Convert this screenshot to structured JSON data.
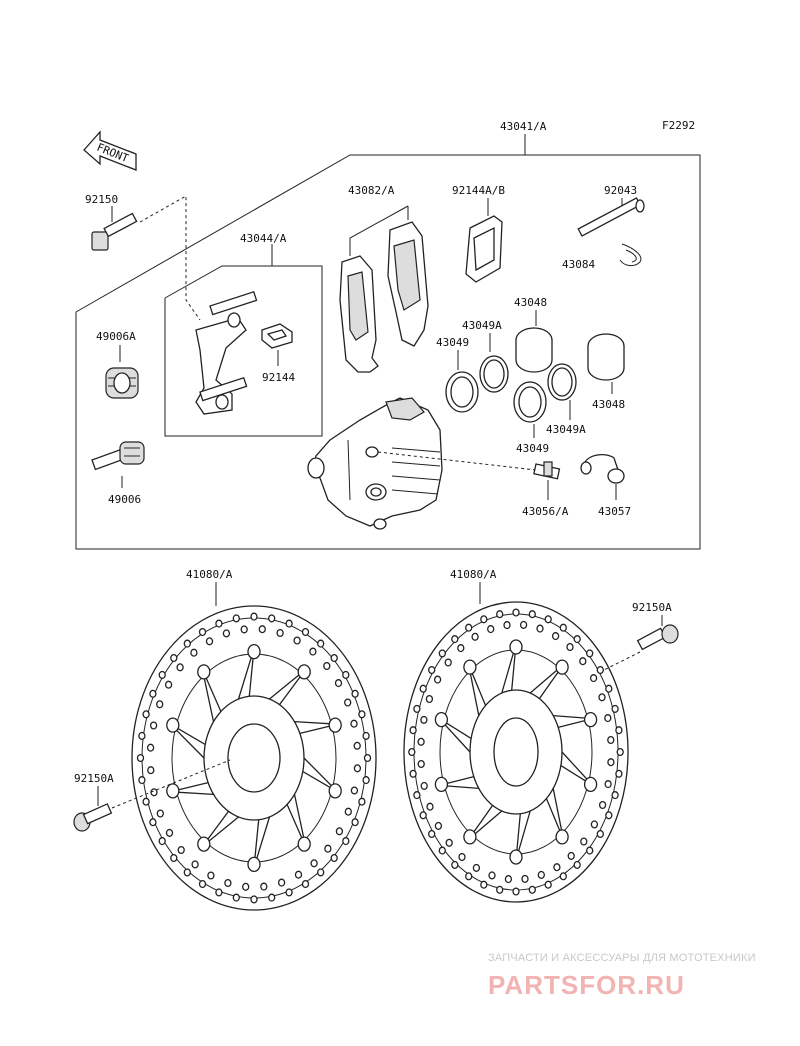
{
  "diagram": {
    "figure_code": "F2292",
    "front_marker": "FRONT",
    "labels": {
      "p43041A": "43041/A",
      "p92150": "92150",
      "p43082A": "43082/A",
      "p92144AB": "92144A/B",
      "p92043": "92043",
      "p43084": "43084",
      "p43044A": "43044/A",
      "p43048_top": "43048",
      "p43049A_top": "43049A",
      "p43049_top": "43049",
      "p49006A": "49006A",
      "p92144": "92144",
      "p43048_bot": "43048",
      "p43049_bot": "43049",
      "p43049A_bot": "43049A",
      "p49006": "49006",
      "p43056A": "43056/A",
      "p43057": "43057",
      "p41080A_left": "41080/A",
      "p41080A_right": "41080/A",
      "p92150A_right": "92150A",
      "p92150A_left": "92150A"
    }
  },
  "watermark": {
    "tagline": "ЗАПЧАСТИ И АКСЕССУАРЫ ДЛЯ МОТОТЕХНИКИ",
    "brand": "PARTSFOR.RU"
  }
}
